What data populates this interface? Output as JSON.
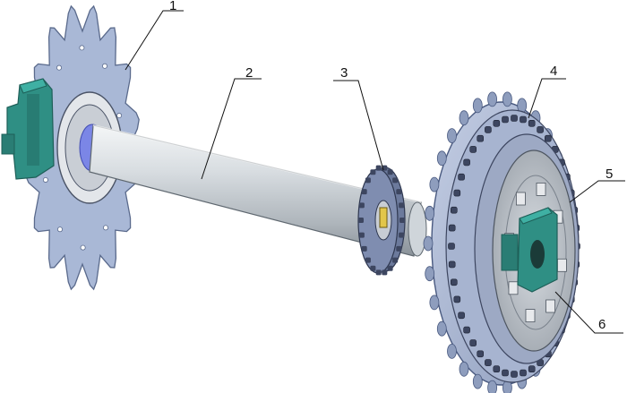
{
  "callouts": [
    {
      "id": "c1",
      "label": "1"
    },
    {
      "id": "c2",
      "label": "2"
    },
    {
      "id": "c3",
      "label": "3"
    },
    {
      "id": "c4",
      "label": "4"
    },
    {
      "id": "c5",
      "label": "5"
    },
    {
      "id": "c6",
      "label": "6"
    }
  ],
  "colors": {
    "sprocket_fill": "#a9b8d6",
    "sprocket_edge": "#5a6a8c",
    "shaft_light": "#eef1f3",
    "shaft_mid": "#c9cfd4",
    "shaft_dark": "#8c959c",
    "bracket_teal": "#2f8f84",
    "bracket_dark": "#1e5f58",
    "hub_blue": "#6f7de0",
    "plate_gray": "#b7bcc2",
    "chain_dark": "#3d4660"
  }
}
